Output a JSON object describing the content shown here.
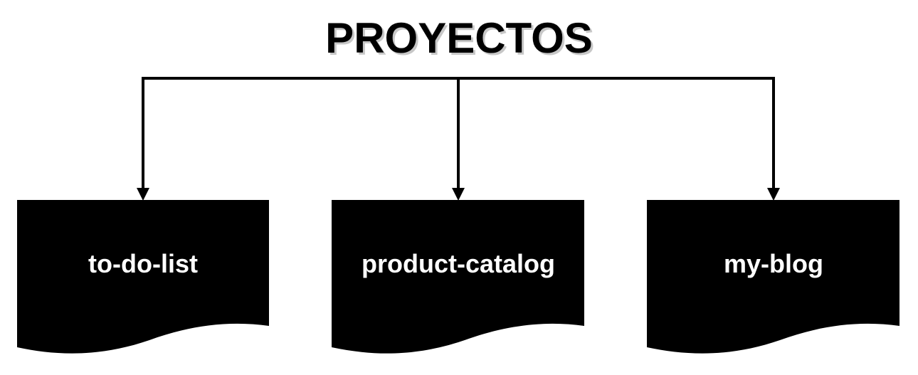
{
  "title": "PROYECTOS",
  "colors": {
    "background": "#ffffff",
    "shape_fill": "#000000",
    "label_text": "#ffffff",
    "title_text": "#000000"
  },
  "projects": [
    {
      "label": "to-do-list"
    },
    {
      "label": "product-catalog"
    },
    {
      "label": "my-blog"
    }
  ]
}
